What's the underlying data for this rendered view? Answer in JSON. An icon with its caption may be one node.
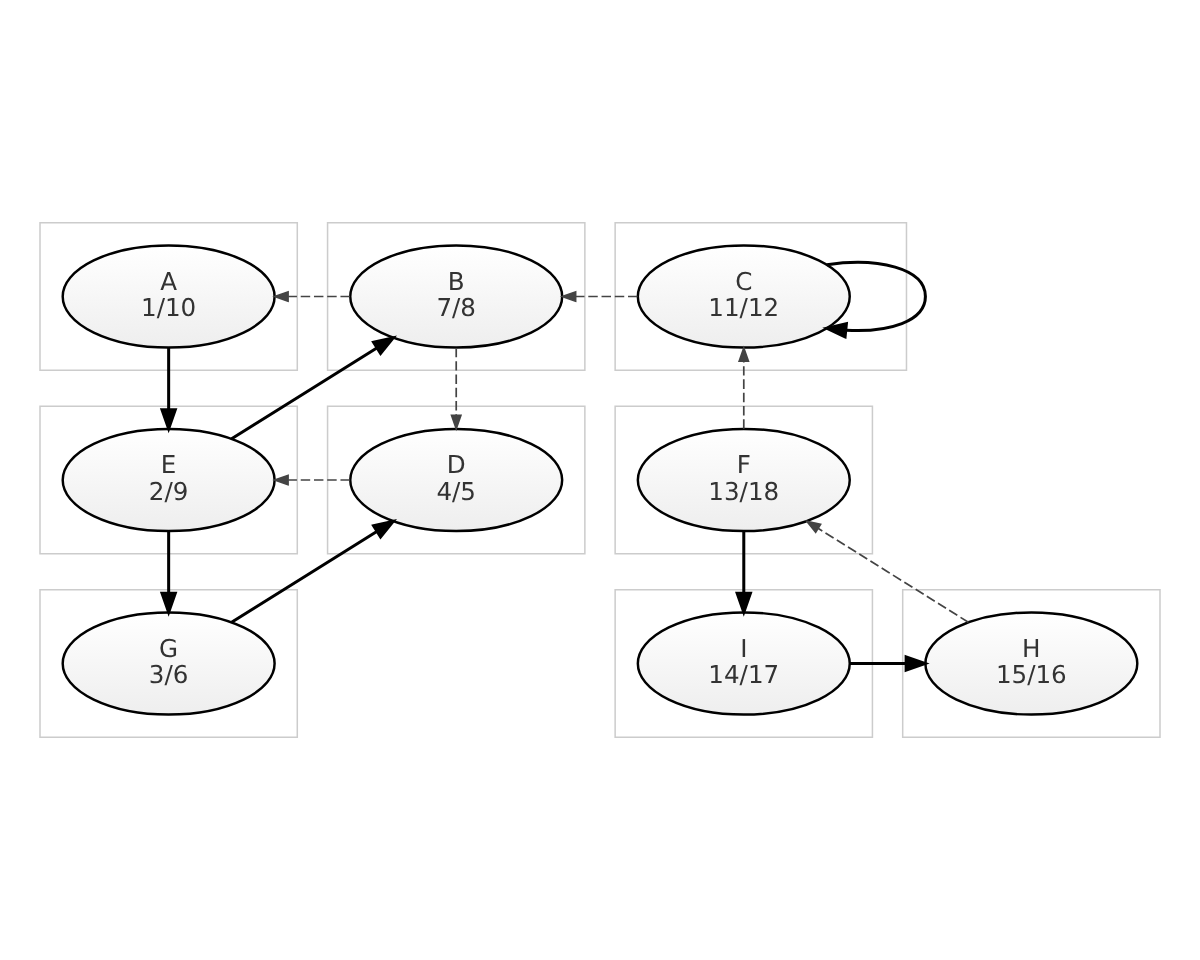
{
  "diagram": {
    "nodes": [
      {
        "text": [],
        "shape": "box"
      },
      {
        "text": [
          "A",
          "1/10"
        ],
        "in": 0
      },
      {
        "text": [],
        "shape": "box"
      },
      {
        "text": [
          "B",
          "7/8"
        ],
        "in": 2
      },
      {
        "text": [],
        "shape": "box"
      },
      {
        "text": [
          "C",
          "11/12"
        ],
        "in": 4
      },
      {
        "text": [],
        "shape": "box"
      },
      {
        "text": [
          "D",
          "4/5"
        ],
        "in": 6
      },
      {
        "text": [],
        "shape": "box"
      },
      {
        "text": [
          "E",
          "2/9"
        ],
        "in": 8
      },
      {
        "text": [],
        "shape": "box"
      },
      {
        "text": [
          "F",
          "13/18"
        ],
        "in": 10
      },
      {
        "text": [],
        "shape": "box"
      },
      {
        "text": [
          "G",
          "3/6"
        ],
        "in": 12
      },
      {
        "text": [],
        "shape": "box"
      },
      {
        "text": [
          "H",
          "15/16"
        ],
        "in": 14
      },
      {
        "text": [],
        "shape": "box"
      },
      {
        "text": [
          "I",
          "14/17"
        ],
        "in": 16
      }
    ],
    "edges": [
      {
        "from": 3,
        "to": 1,
        "arrow": "to",
        "style": "dashed"
      },
      {
        "from": 5,
        "to": 3,
        "arrow": "to",
        "style": "dashed"
      },
      {
        "from": 5,
        "to": 5,
        "arrow": "to"
      },
      {
        "from": 1,
        "to": 9,
        "arrow": "to"
      },
      {
        "from": 9,
        "to": 3,
        "arrow": "to"
      },
      {
        "from": 3,
        "to": 7,
        "arrow": "to",
        "style": "dashed"
      },
      {
        "from": 11,
        "to": 5,
        "arrow": "to",
        "style": "dashed"
      },
      {
        "from": 7,
        "to": 9,
        "arrow": "to",
        "style": "dashed"
      },
      {
        "from": 9,
        "to": 13,
        "arrow": "to"
      },
      {
        "from": 11,
        "to": 17,
        "arrow": "to"
      },
      {
        "from": 13,
        "to": 7,
        "arrow": "to"
      },
      {
        "from": 15,
        "to": 11,
        "arrow": "to",
        "style": "dashed"
      },
      {
        "from": 17,
        "to": 15,
        "arrow": "to"
      }
    ]
  }
}
